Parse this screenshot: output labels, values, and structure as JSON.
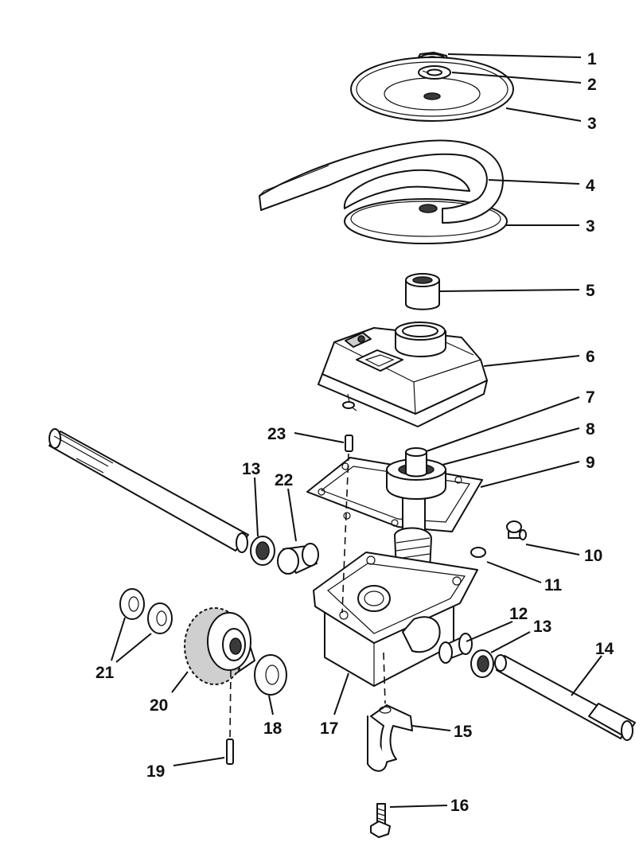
{
  "callouts": [
    {
      "label": "1"
    },
    {
      "label": "2"
    },
    {
      "label": "3"
    },
    {
      "label": "4"
    },
    {
      "label": "3"
    },
    {
      "label": "5"
    },
    {
      "label": "6"
    },
    {
      "label": "7"
    },
    {
      "label": "8"
    },
    {
      "label": "9"
    },
    {
      "label": "10"
    },
    {
      "label": "11"
    },
    {
      "label": "12"
    },
    {
      "label": "13"
    },
    {
      "label": "14"
    },
    {
      "label": "15"
    },
    {
      "label": "16"
    },
    {
      "label": "17"
    },
    {
      "label": "18"
    },
    {
      "label": "19"
    },
    {
      "label": "20"
    },
    {
      "label": "21"
    },
    {
      "label": "22"
    },
    {
      "label": "13"
    },
    {
      "label": "23"
    }
  ]
}
